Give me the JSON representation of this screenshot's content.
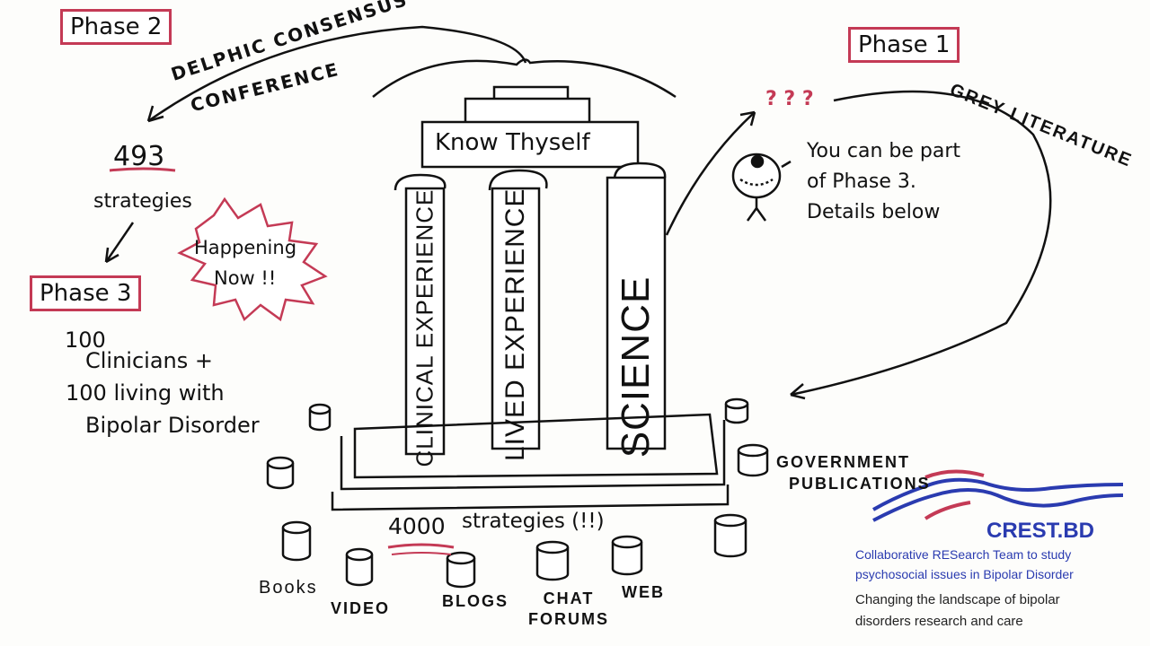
{
  "phase2": {
    "label": "Phase 2"
  },
  "phase1": {
    "label": "Phase 1"
  },
  "phase3": {
    "label": "Phase 3"
  },
  "delphic": {
    "line1": "DELPHIC CONSENSUS",
    "line2": "CONFERENCE"
  },
  "strategies493": {
    "number": "493",
    "label": "strategies"
  },
  "happening": {
    "line1": "Happening",
    "line2": "Now !!"
  },
  "participants": {
    "line1": "100",
    "line2": "Clinicians +",
    "line3": "100 living with",
    "line4": "Bipolar Disorder"
  },
  "temple": {
    "roof": "Know Thyself",
    "pillars": [
      "CLINICAL EXPERIENCE",
      "LIVED EXPERIENCE",
      "SCIENCE"
    ]
  },
  "strategies4000": {
    "number": "4000",
    "label": "strategies (!!)"
  },
  "sources": [
    "Books",
    "VIDEO",
    "BLOGS",
    "CHAT FORUMS",
    "WEB"
  ],
  "government": {
    "line1": "GOVERNMENT",
    "line2": "PUBLICATIONS"
  },
  "grey_literature": "GREY LITERATURE",
  "callout": {
    "questions": "? ? ?",
    "line1": "You can be part",
    "line2": "of Phase 3.",
    "line3": "Details below"
  },
  "crest": {
    "logo": "CREST.BD",
    "line1": "Collaborative RESearch Team to study",
    "line2": "psychosocial issues in Bipolar Disorder",
    "line3": "Changing the landscape of bipolar",
    "line4": "disorders research and care"
  },
  "colors": {
    "accent": "#c43a55",
    "ink": "#111111",
    "crest_blue": "#2a3bb0"
  }
}
